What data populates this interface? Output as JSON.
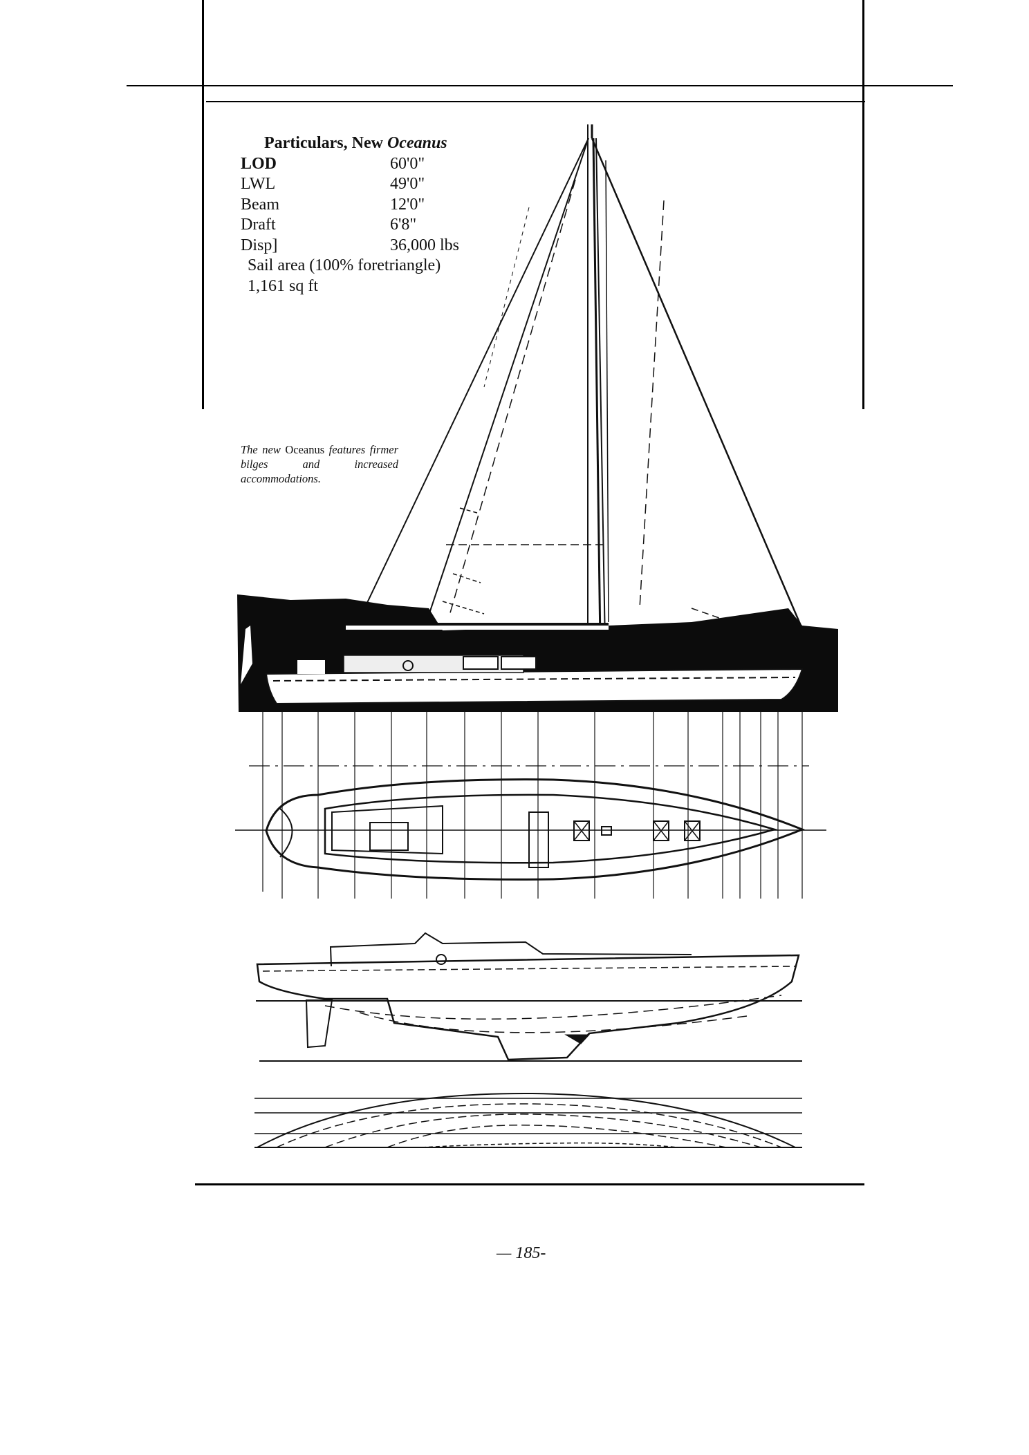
{
  "page": {
    "folio": "— 185-"
  },
  "particulars": {
    "title_prefix": "Particulars, New ",
    "title_italic": "Oceanus",
    "rows": [
      {
        "label": "LOD",
        "value": "60'0\"",
        "bold": true
      },
      {
        "label": "LWL",
        "value": "49'0\""
      },
      {
        "label": "Beam",
        "value": "12'0\""
      },
      {
        "label": "Draft",
        "value": "6'8\""
      },
      {
        "label": "Disp]",
        "value": "36,000 lbs"
      }
    ],
    "sail_area_label": "Sail area (100% foretriangle)",
    "sail_area_value": "1,161 sq ft"
  },
  "caption": {
    "part1": "The new ",
    "part2_upright": "Oceanus",
    "part3": " features firmer bilges and increased accommodations."
  },
  "figures": [
    {
      "name": "sail-plan",
      "description": "Sail plan with mast, jib, mainsail and rigging over a dark photo band"
    },
    {
      "name": "deck-plan",
      "description": "Deck plan with station lines, hatches and cockpit"
    },
    {
      "name": "profile-lines",
      "description": "Hull profile with keel and rudder"
    },
    {
      "name": "half-breadth-lines",
      "description": "Half-breadth waterline plan"
    }
  ]
}
